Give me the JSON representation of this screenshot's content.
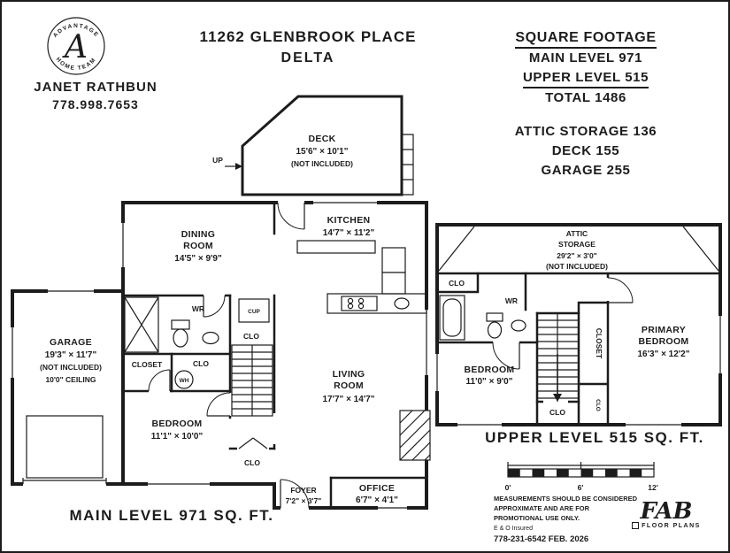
{
  "page": {
    "bg": "#ffffff",
    "ink": "#1c1c1c"
  },
  "branding": {
    "logo_arc_top": "ADVANTAGE",
    "logo_arc_bottom": "HOME TEAM",
    "logo_monogram": "A",
    "agent_name": "JANET RATHBUN",
    "agent_phone": "778.998.7653"
  },
  "title": {
    "address": "11262 GLENBROOK PLACE",
    "city": "DELTA"
  },
  "square_footage": {
    "heading": "SQUARE FOOTAGE",
    "main_level": "MAIN LEVEL 971",
    "upper_level": "UPPER LEVEL 515",
    "total": "TOTAL 1486",
    "attic_storage": "ATTIC STORAGE 136",
    "deck": "DECK 155",
    "garage": "GARAGE 255"
  },
  "main_level": {
    "caption": "MAIN LEVEL 971 SQ. FT.",
    "deck": {
      "name": "DECK",
      "dims": "15'6\" × 10'1\"",
      "note": "(NOT INCLUDED)"
    },
    "up": "UP",
    "kitchen": {
      "name": "KITCHEN",
      "dims": "14'7\" × 11'2\""
    },
    "dining": {
      "line1": "DINING",
      "line2": "ROOM",
      "dims": "14'5\" × 9'9\""
    },
    "garage": {
      "name": "GARAGE",
      "dims": "19'3\" × 11'7\"",
      "note": "(NOT INCLUDED)",
      "ceiling": "10'0\" CEILING"
    },
    "living": {
      "line1": "LIVING",
      "line2": "ROOM",
      "dims": "17'7\" × 14'7\""
    },
    "bedroom": {
      "name": "BEDROOM",
      "dims": "11'1\" × 10'0\""
    },
    "foyer": {
      "name": "FOYER",
      "dims": "7'2\" × 3'7\""
    },
    "office": {
      "name": "OFFICE",
      "dims": "6'7\" × 4'1\""
    },
    "wr": "WR",
    "closet": "CLOSET",
    "clo": "CLO",
    "wh": "WH",
    "cup": "CUP"
  },
  "upper_level": {
    "caption": "UPPER LEVEL 515 SQ. FT.",
    "attic": {
      "line1": "ATTIC",
      "line2": "STORAGE",
      "dims": "29'2\" × 3'0\"",
      "note": "(NOT INCLUDED)"
    },
    "primary": {
      "line1": "PRIMARY",
      "line2": "BEDROOM",
      "dims": "16'3\" × 12'2\""
    },
    "bedroom": {
      "name": "BEDROOM",
      "dims": "11'0\" × 9'0\""
    },
    "closet": "CLOSET",
    "clo": "CLO",
    "wr": "WR"
  },
  "footer": {
    "scale_0": "0'",
    "scale_6": "6'",
    "scale_12": "12'",
    "disclaimer1": "MEASUREMENTS SHOULD BE CONSIDERED",
    "disclaimer2": "APPROXIMATE AND ARE FOR",
    "disclaimer3": "PROMOTIONAL USE ONLY.",
    "insured": "E & O Insured",
    "contact": "778-231-6542  FEB. 2026",
    "brand": "FAB",
    "brand_sub": "FLOOR PLANS"
  }
}
